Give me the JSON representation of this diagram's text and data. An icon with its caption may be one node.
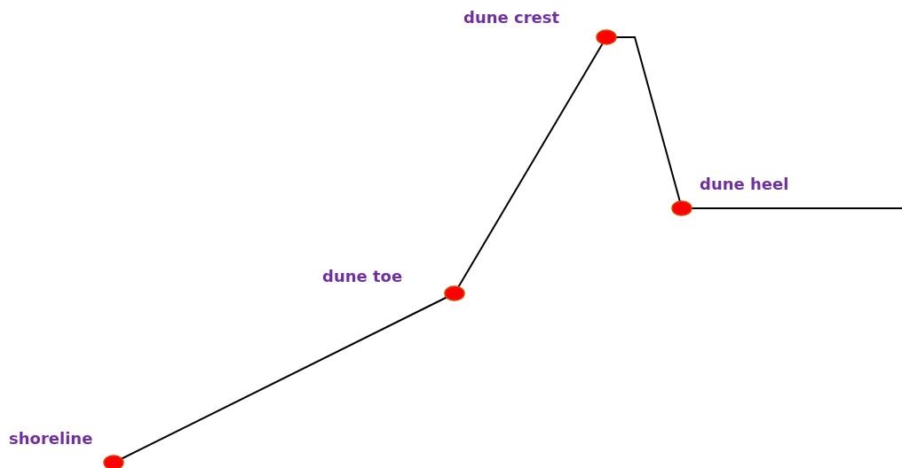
{
  "diagram": {
    "nodes": [
      {
        "text": [],
        "shape": "circle",
        "beside": [
          "shoreline"
        ]
      },
      {
        "text": [],
        "shape": "circle",
        "beside": [
          "dune toe"
        ]
      },
      {
        "text": [],
        "shape": "circle",
        "beside": [
          "dune crest"
        ]
      },
      {
        "text": [],
        "shape": "circle",
        "beside": [
          "dune heel"
        ]
      }
    ],
    "edges": [
      {
        "from": 0,
        "to": 1,
        "arrow": "none"
      },
      {
        "from": 1,
        "to": 2,
        "arrow": "none"
      },
      {
        "from": 2,
        "to": 3,
        "arrow": "none"
      },
      {
        "from": 3,
        "to": null,
        "arrow": "none"
      }
    ]
  }
}
